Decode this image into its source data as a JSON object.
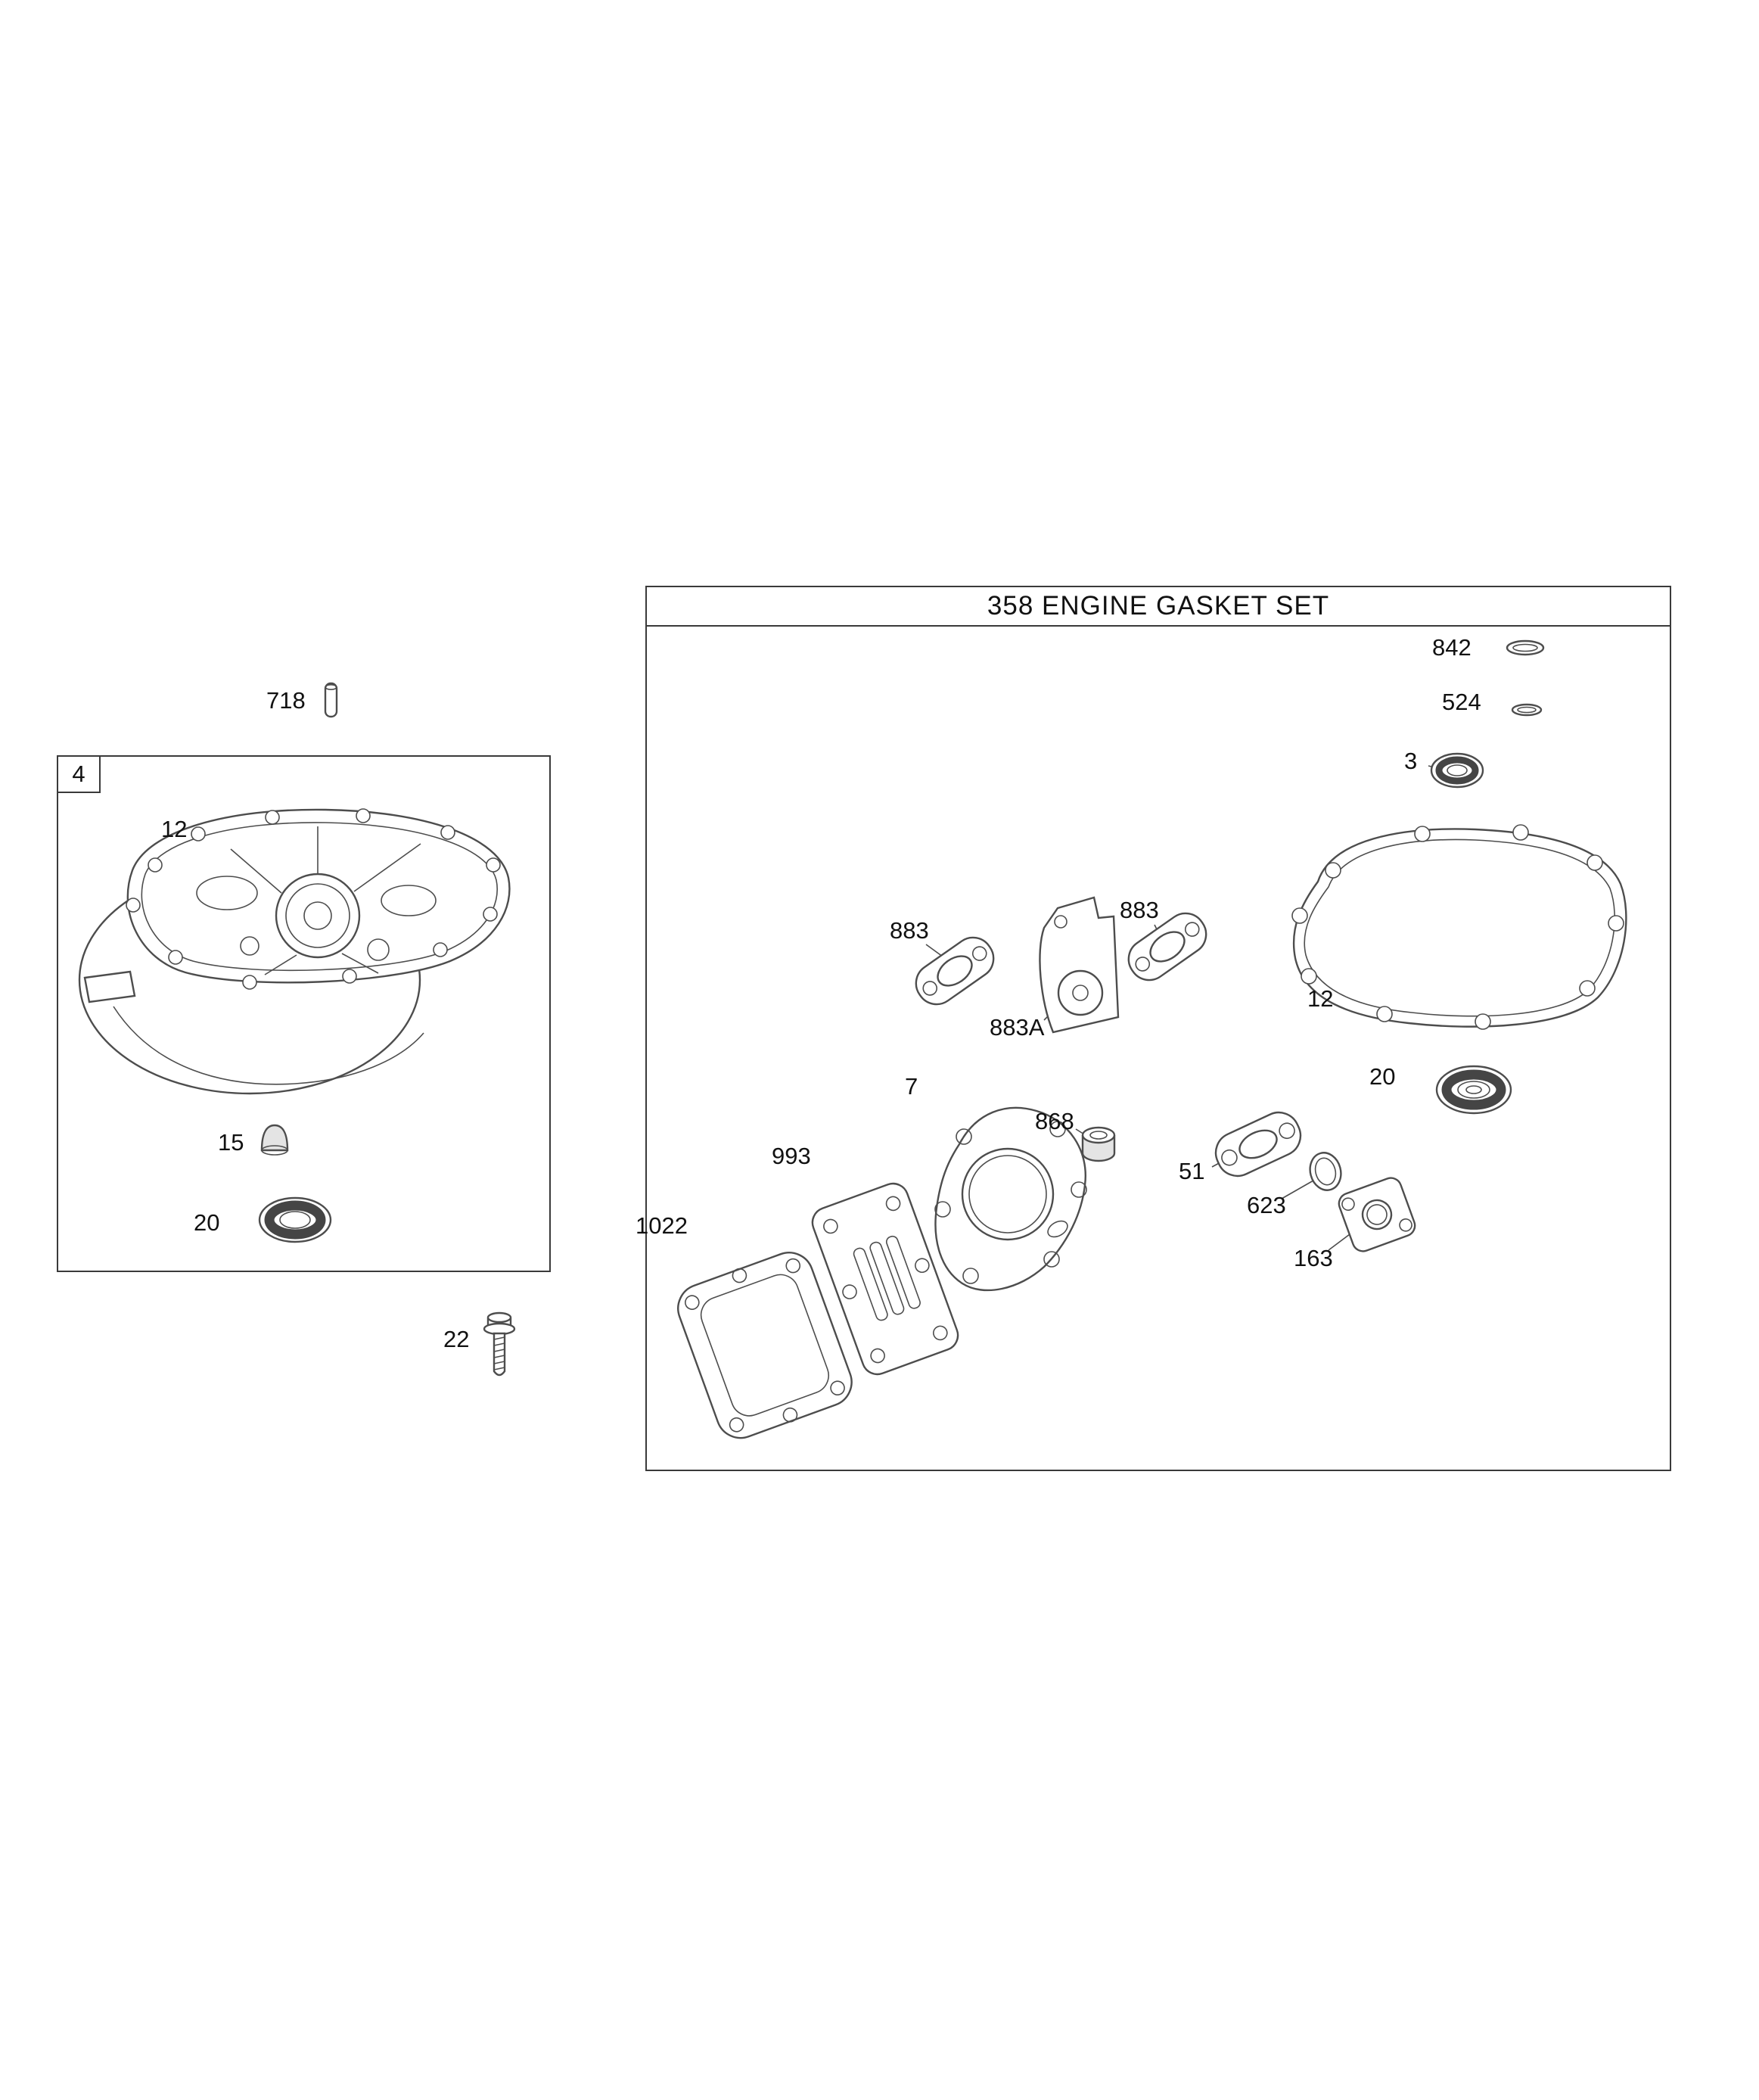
{
  "colors": {
    "line": "#4d4d4d",
    "panel_border": "#3a3a3a",
    "text": "#111111",
    "background": "#ffffff",
    "seal_ring": "#454545"
  },
  "left_panel": {
    "box_label": "4",
    "callouts": {
      "c718": "718",
      "c12": "12",
      "c15": "15",
      "c20": "20",
      "c22": "22"
    }
  },
  "right_panel": {
    "title": "358 ENGINE GASKET SET",
    "callouts": {
      "c842": "842",
      "c524": "524",
      "c3": "3",
      "c883_a": "883",
      "c883_b": "883",
      "c883A": "883A",
      "c12": "12",
      "c20": "20",
      "c7": "7",
      "c868": "868",
      "c51": "51",
      "c993": "993",
      "c623": "623",
      "c1022": "1022",
      "c163": "163"
    }
  }
}
